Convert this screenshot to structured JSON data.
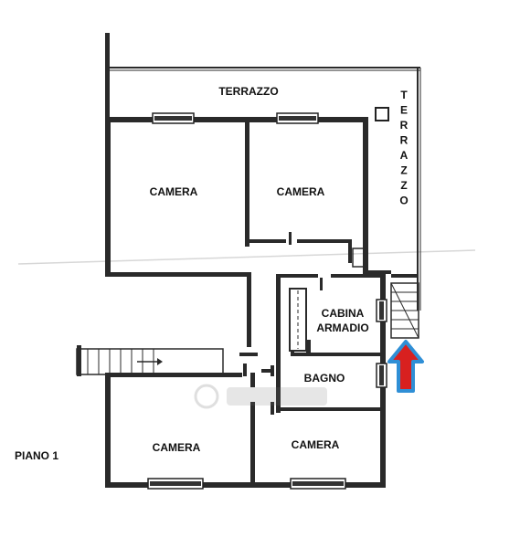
{
  "plan": {
    "floor_label": "PIANO 1",
    "terrace_top": "TERRAZZO",
    "terrace_side_letters": [
      "T",
      "E",
      "R",
      "R",
      "A",
      "Z",
      "Z",
      "O"
    ],
    "rooms": {
      "camera_top_left": "CAMERA",
      "camera_top_right": "CAMERA",
      "cabina_line1": "CABINA",
      "cabina_line2": "ARMADIO",
      "bagno": "BAGNO",
      "camera_bottom_left": "CAMERA",
      "camera_bottom_right": "CAMERA"
    },
    "colors": {
      "wall": "#2a2a2a",
      "arrow_fill": "#d8201f",
      "arrow_outline": "#2f8fd6"
    },
    "icons": {
      "entrance": "entrance-arrow-icon",
      "watermark": "watermark-logo"
    }
  }
}
